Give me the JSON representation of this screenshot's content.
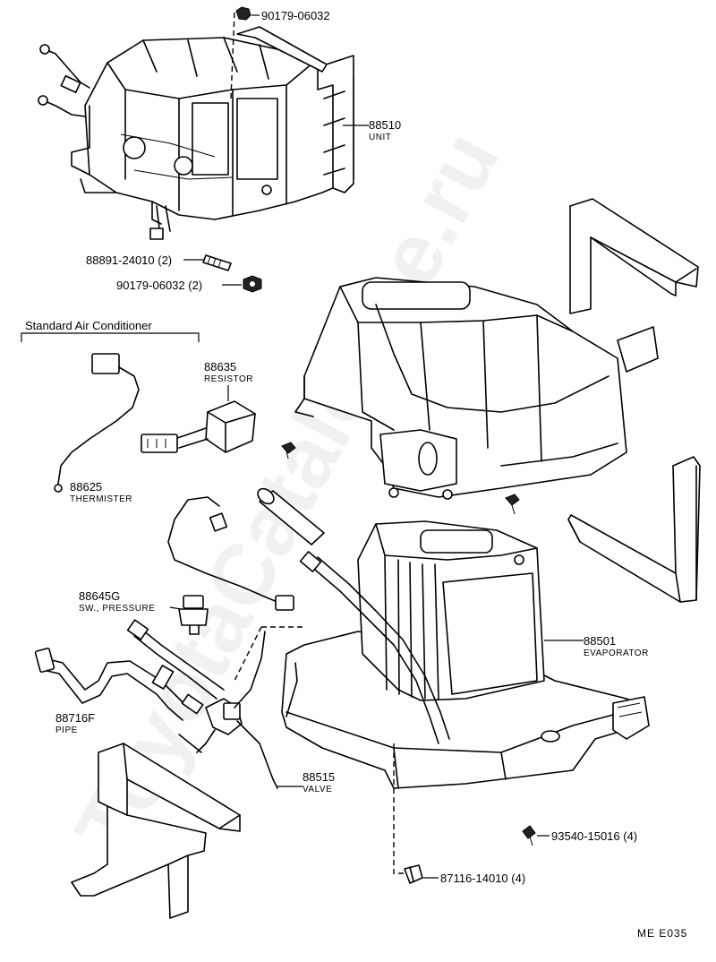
{
  "watermark": "ToyotaCatalogue.ru",
  "reference_code": "ME  E035",
  "group_label": "Standard Air Conditioner",
  "parts": {
    "n90179_top": {
      "number": "90179-06032"
    },
    "unit": {
      "number": "88510",
      "name": "UNIT"
    },
    "n88891": {
      "number": "88891-24010 (2)"
    },
    "n90179_b": {
      "number": "90179-06032 (2)"
    },
    "resistor": {
      "number": "88635",
      "name": "RESISTOR"
    },
    "thermister": {
      "number": "88625",
      "name": "THERMISTER"
    },
    "pressure_sw": {
      "number": "88645G",
      "name": "SW., PRESSURE"
    },
    "evaporator": {
      "number": "88501",
      "name": "EVAPORATOR"
    },
    "pipe": {
      "number": "88716F",
      "name": "PIPE"
    },
    "valve": {
      "number": "88515",
      "name": "VALVE"
    },
    "n93540": {
      "number": "93540-15016 (4)"
    },
    "n87116": {
      "number": "87116-14010 (4)"
    }
  }
}
